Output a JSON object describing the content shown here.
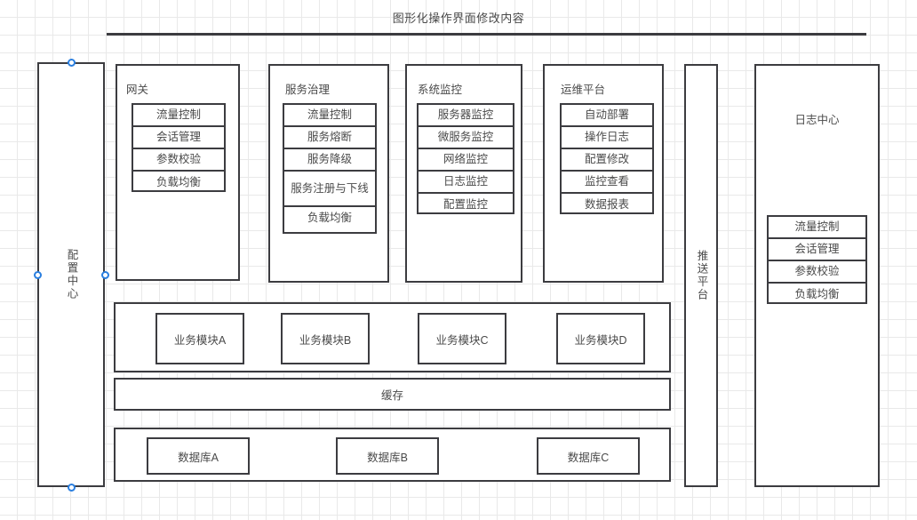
{
  "diagram": {
    "title": "图形化操作界面修改内容",
    "left_column": {
      "label": "配置中心"
    },
    "push_column": {
      "label": "推送平台"
    },
    "panels": [
      {
        "name": "gateway",
        "title": "网关",
        "items": [
          "流量控制",
          "会话管理",
          "参数校验",
          "负载均衡"
        ]
      },
      {
        "name": "service-governance",
        "title": "服务治理",
        "items": [
          "流量控制",
          "服务熔断",
          "服务降级",
          "服务注册与下线",
          "负载均衡"
        ]
      },
      {
        "name": "system-monitoring",
        "title": "系统监控",
        "items": [
          "服务器监控",
          "微服务监控",
          "网络监控",
          "日志监控",
          "配置监控"
        ]
      },
      {
        "name": "ops-platform",
        "title": "运维平台",
        "items": [
          "自动部署",
          "操作日志",
          "配置修改",
          "监控查看",
          "数据报表"
        ]
      }
    ],
    "log_center": {
      "title": "日志中心",
      "items": [
        "流量控制",
        "会话管理",
        "参数校验",
        "负载均衡"
      ]
    },
    "business_modules": [
      "业务模块A",
      "业务模块B",
      "业务模块C",
      "业务模块D"
    ],
    "cache": {
      "label": "缓存"
    },
    "databases": [
      "数据库A",
      "数据库B",
      "数据库C"
    ],
    "colors": {
      "stroke": "#3c3c40",
      "text": "#4a4a4a",
      "grid": "#e9e9e9",
      "handle": "#2a7fe0",
      "background": "#ffffff"
    }
  }
}
